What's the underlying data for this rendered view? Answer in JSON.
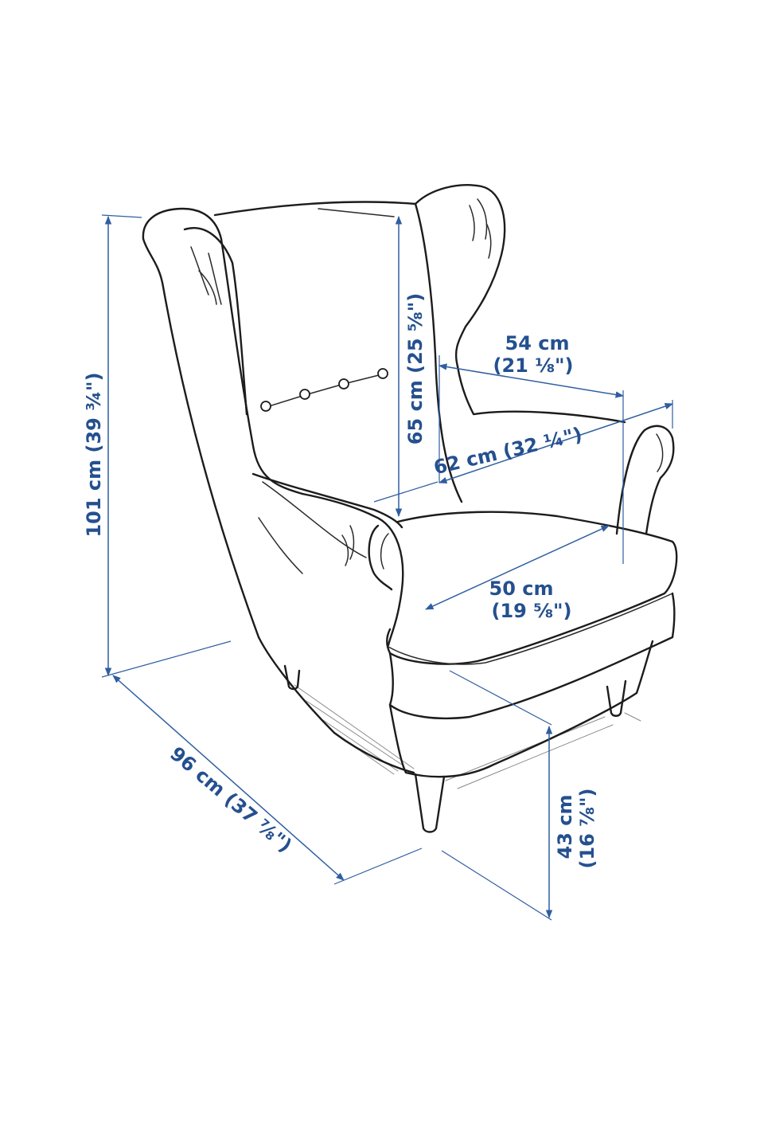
{
  "colors": {
    "dimension": "#2f5ea0",
    "dimension_text": "#24508f",
    "line_art": "#1c1c1c",
    "background": "#ffffff"
  },
  "dimensions": {
    "total_height": {
      "label": "101 cm (39 ¾\")"
    },
    "back_height": {
      "label": "65 cm (25 ⅝\")"
    },
    "seat_depth": {
      "line1": "54 cm",
      "line2": "(21 ⅛\")"
    },
    "seat_width_outer": {
      "label": "62 cm (32 ¼\")"
    },
    "seat_width": {
      "line1": "50 cm",
      "line2": "(19 ⅝\")"
    },
    "total_depth": {
      "label": "96 cm (37 ⅞\")"
    },
    "seat_height": {
      "line1": "43 cm",
      "line2": "(16 ⅞\")"
    }
  }
}
